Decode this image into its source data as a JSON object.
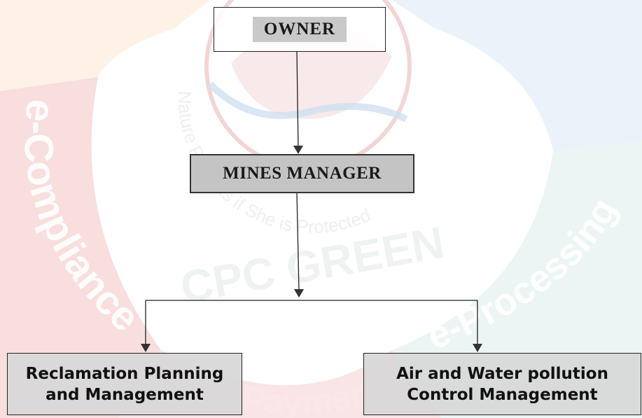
{
  "watermark": {
    "arc_texts": [
      "e-Compliance",
      "e-Payment",
      "e-Processing"
    ],
    "center_texts": [
      "CPC GREEN",
      "Nature Protects if She is Protected"
    ],
    "colors": {
      "red": "#f3c4c4",
      "blue": "#dde9f6",
      "orange": "#fbe4cf",
      "teal": "#cfe9e6"
    }
  },
  "org_chart": {
    "root": {
      "label": "OWNER"
    },
    "manager": {
      "label": "MINES MANAGER"
    },
    "departments": [
      {
        "line1": "Reclamation Planning",
        "line2": "and Management"
      },
      {
        "line1": "Air and Water pollution",
        "line2": "Control Management"
      }
    ]
  }
}
